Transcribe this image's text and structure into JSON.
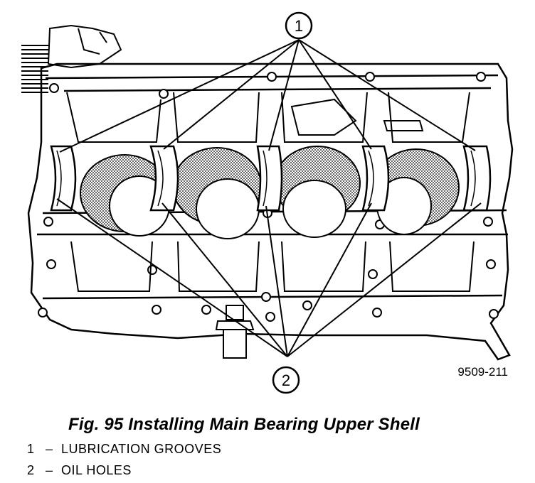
{
  "figure": {
    "callouts": [
      {
        "id": "1"
      },
      {
        "id": "2"
      }
    ],
    "part_number": "9509-211"
  },
  "caption": "Fig. 95 Installing Main Bearing Upper Shell",
  "legend": [
    {
      "number": "1",
      "dash": "–",
      "label": "LUBRICATION GROOVES"
    },
    {
      "number": "2",
      "dash": "–",
      "label": "OIL HOLES"
    }
  ]
}
